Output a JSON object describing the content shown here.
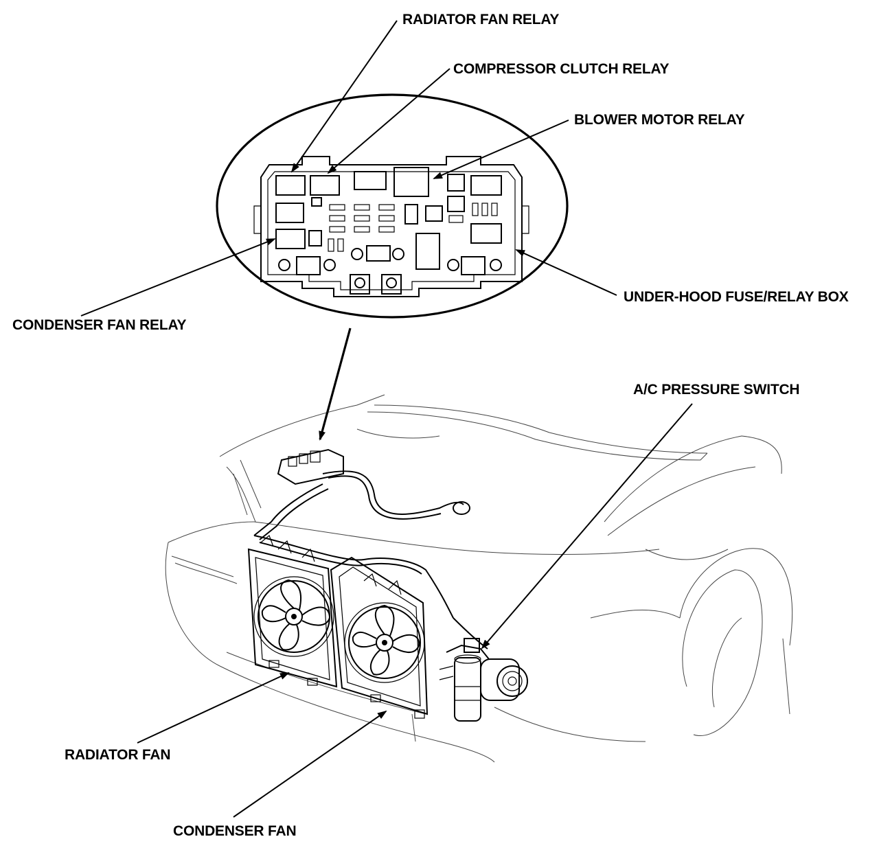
{
  "labels": {
    "radiator_fan_relay": "RADIATOR FAN RELAY",
    "compressor_clutch_relay": "COMPRESSOR CLUTCH RELAY",
    "blower_motor_relay": "BLOWER MOTOR RELAY",
    "under_hood_box": "UNDER-HOOD FUSE/RELAY BOX",
    "condenser_fan_relay": "CONDENSER FAN RELAY",
    "ac_pressure_switch": "A/C PRESSURE SWITCH",
    "radiator_fan": "RADIATOR FAN",
    "condenser_fan": "CONDENSER FAN"
  },
  "colors": {
    "ink": "#000000",
    "paper": "#ffffff"
  }
}
